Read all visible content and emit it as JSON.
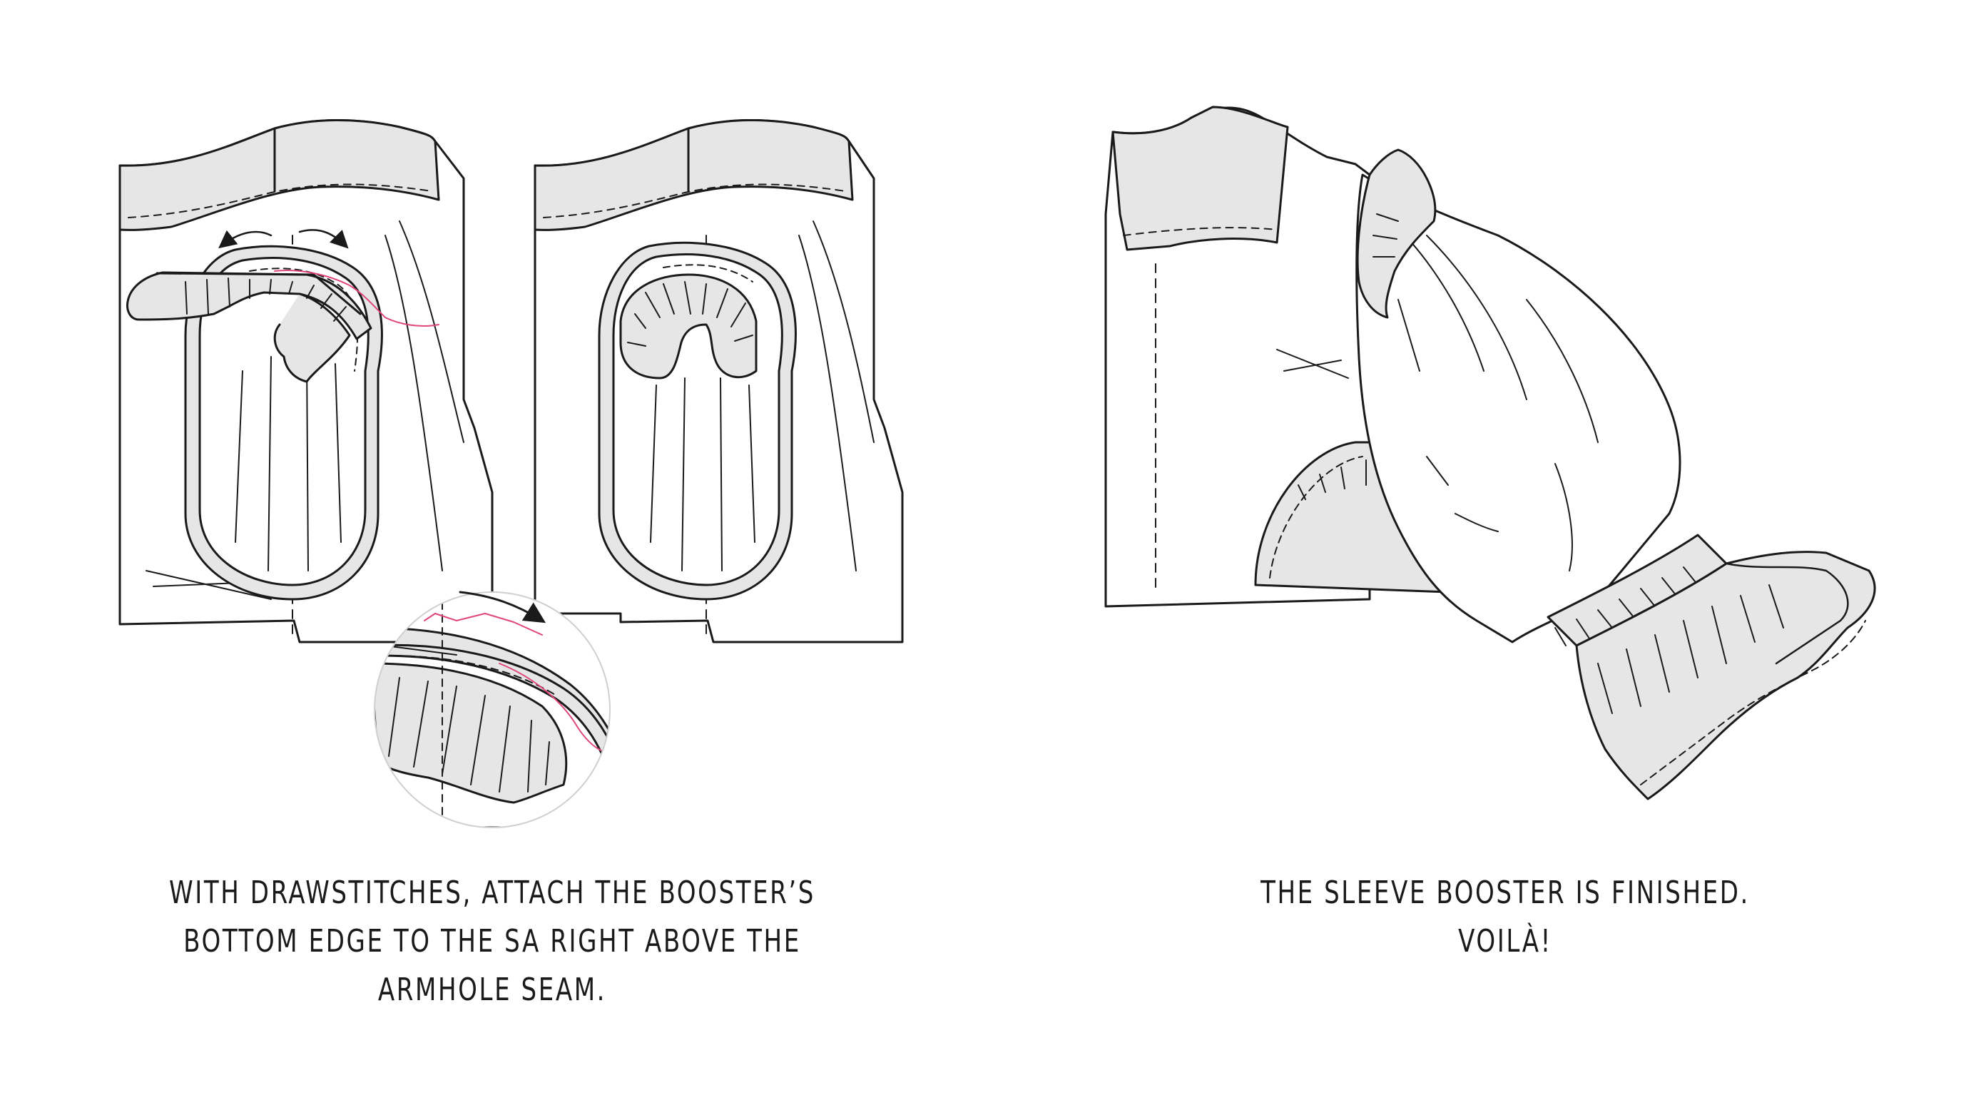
{
  "colors": {
    "line": "#1a1a1a",
    "fill_gray": "#e6e6e6",
    "fill_white": "#ffffff",
    "thread_pink": "#e0457b",
    "background": "#ffffff"
  },
  "captions": {
    "left": {
      "line1": "WITH DRAWSTITCHES, ATTACH THE BOOSTER’S",
      "line2": "BOTTOM EDGE TO THE SA RIGHT ABOVE THE",
      "line3": "ARMHOLE SEAM."
    },
    "right": {
      "line1": "THE SLEEVE BOOSTER IS FINISHED.",
      "line2": "VOILÀ!"
    }
  },
  "icons": {
    "arrow_left": "curved-arrow-left-icon",
    "arrow_right": "curved-arrow-right-icon",
    "arrow_zoom": "curved-arrow-icon"
  }
}
